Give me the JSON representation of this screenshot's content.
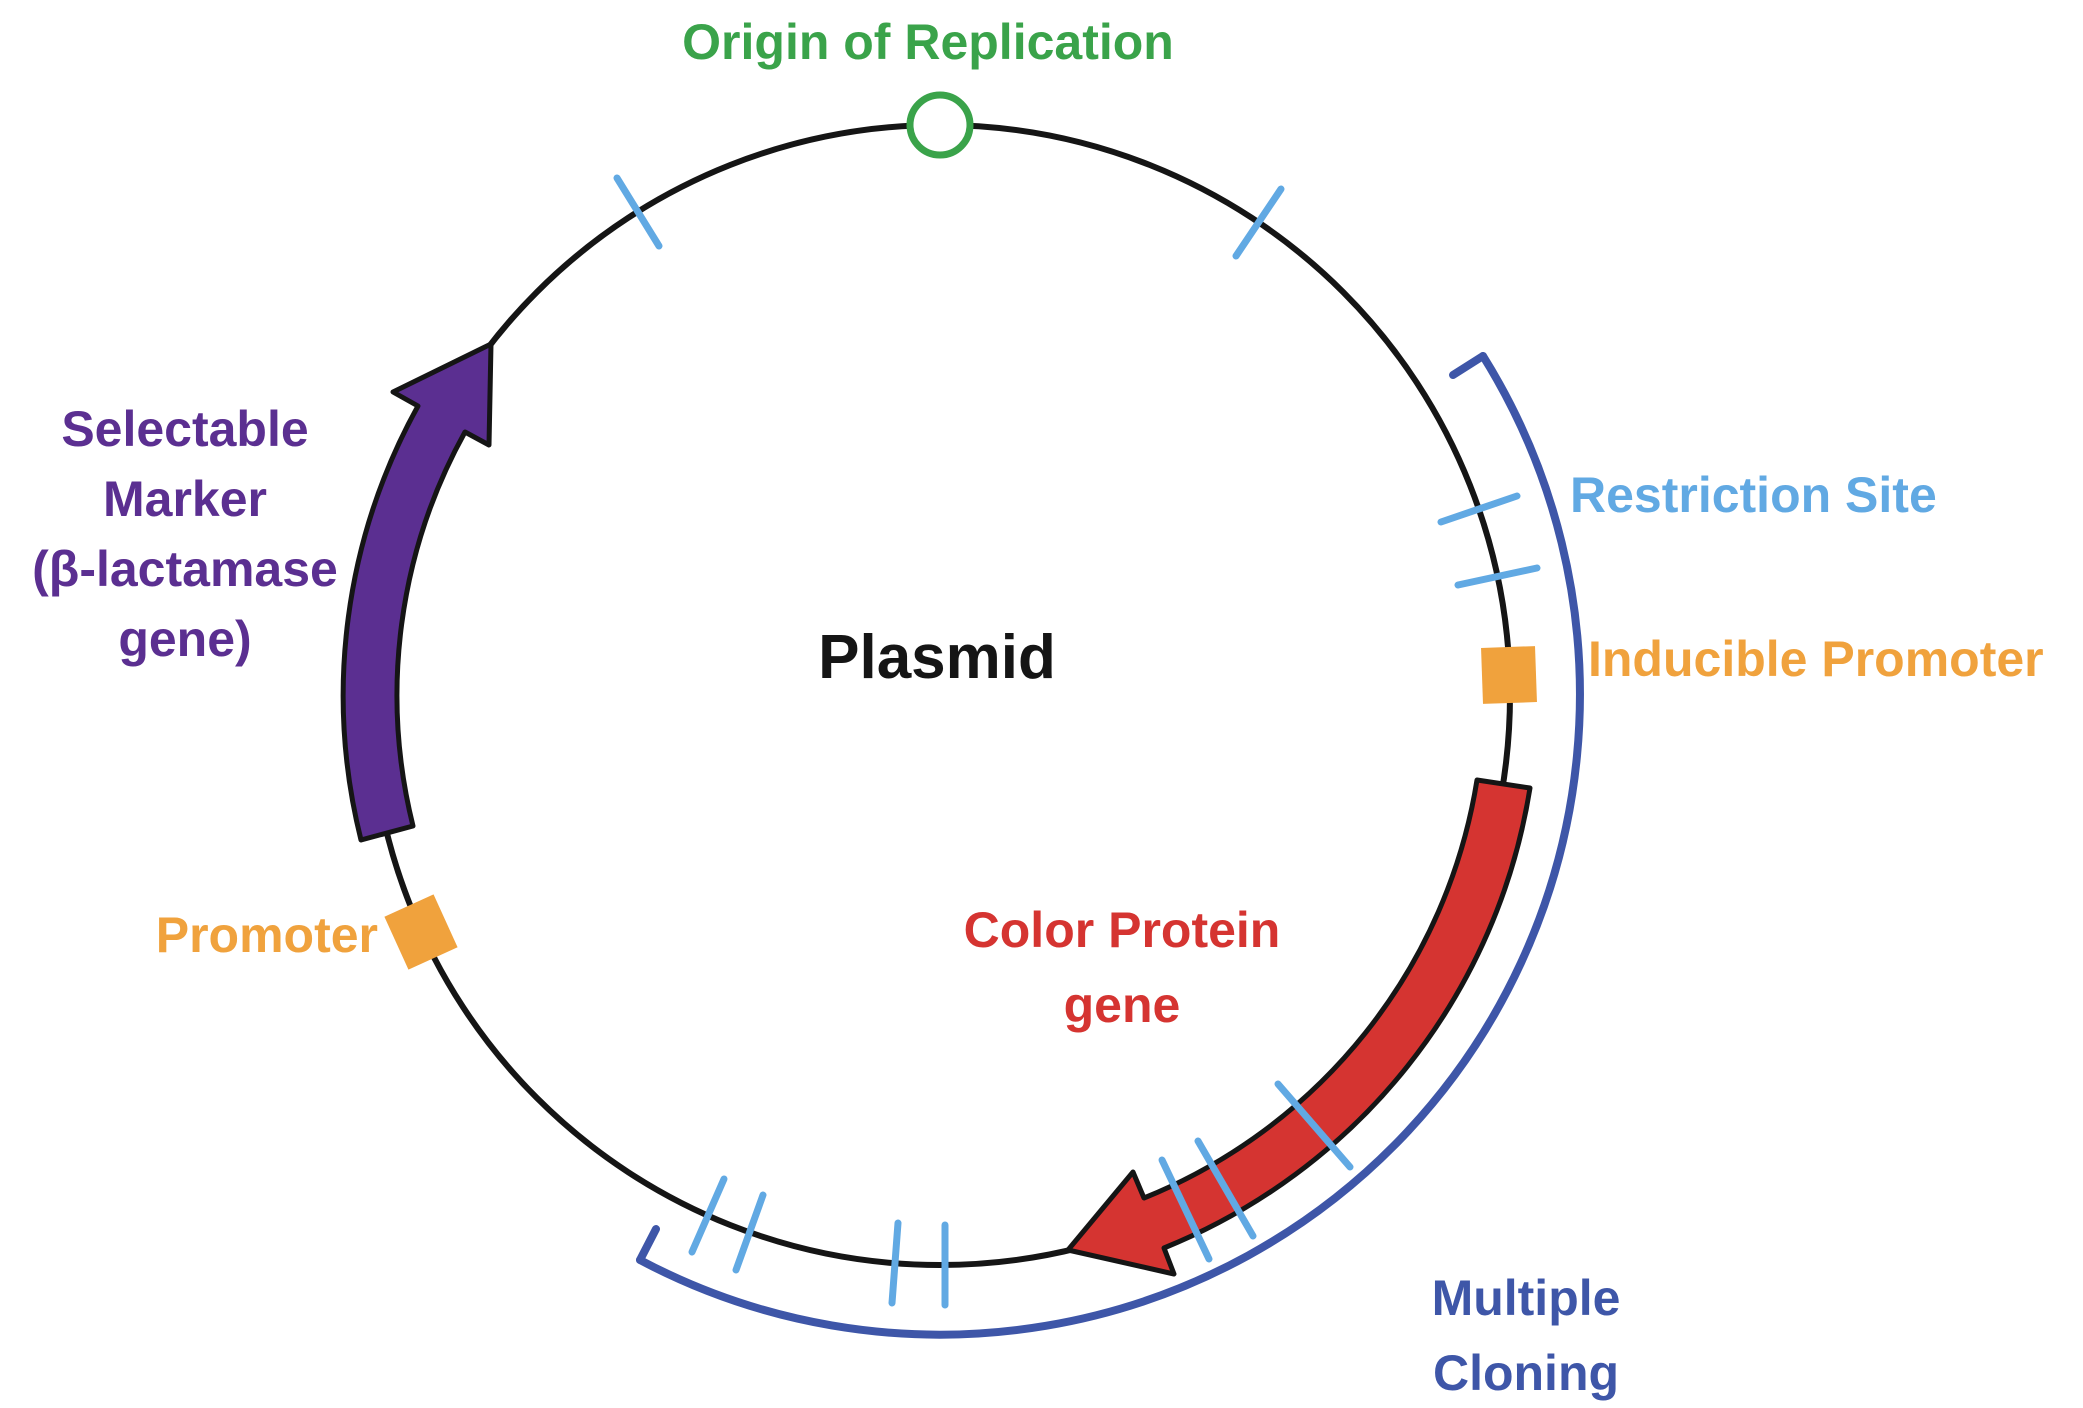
{
  "diagram": {
    "title": "Plasmid",
    "labels": {
      "origin": "Origin of Replication",
      "selectable_marker_lines": [
        "Selectable",
        "Marker",
        "(β-lactamase",
        "gene)"
      ],
      "promoter": "Promoter",
      "restriction_site": "Restriction Site",
      "inducible_promoter": "Inducible Promoter",
      "color_protein_lines": [
        "Color Protein",
        "gene"
      ],
      "multiple_cloning_lines": [
        "Multiple",
        "Cloning"
      ]
    },
    "features": {
      "origin_marker": "origin-of-replication-circle",
      "selectable_marker": "purple-gene-arrow",
      "color_protein": "red-gene-arrow",
      "promoter_box": "orange-promoter-box",
      "inducible_promoter_box": "orange-inducible-promoter-box",
      "restriction_ticks": "light-blue-restriction-site-ticks",
      "mcs_bracket": "multiple-cloning-site-bracket"
    }
  },
  "colors": {
    "green": "#3aa34a",
    "purple": "#5b2f91",
    "orange": "#f0a23d",
    "blue": "#61a9e3",
    "red": "#d53431",
    "navy": "#3e56a8",
    "ink": "#151515"
  }
}
